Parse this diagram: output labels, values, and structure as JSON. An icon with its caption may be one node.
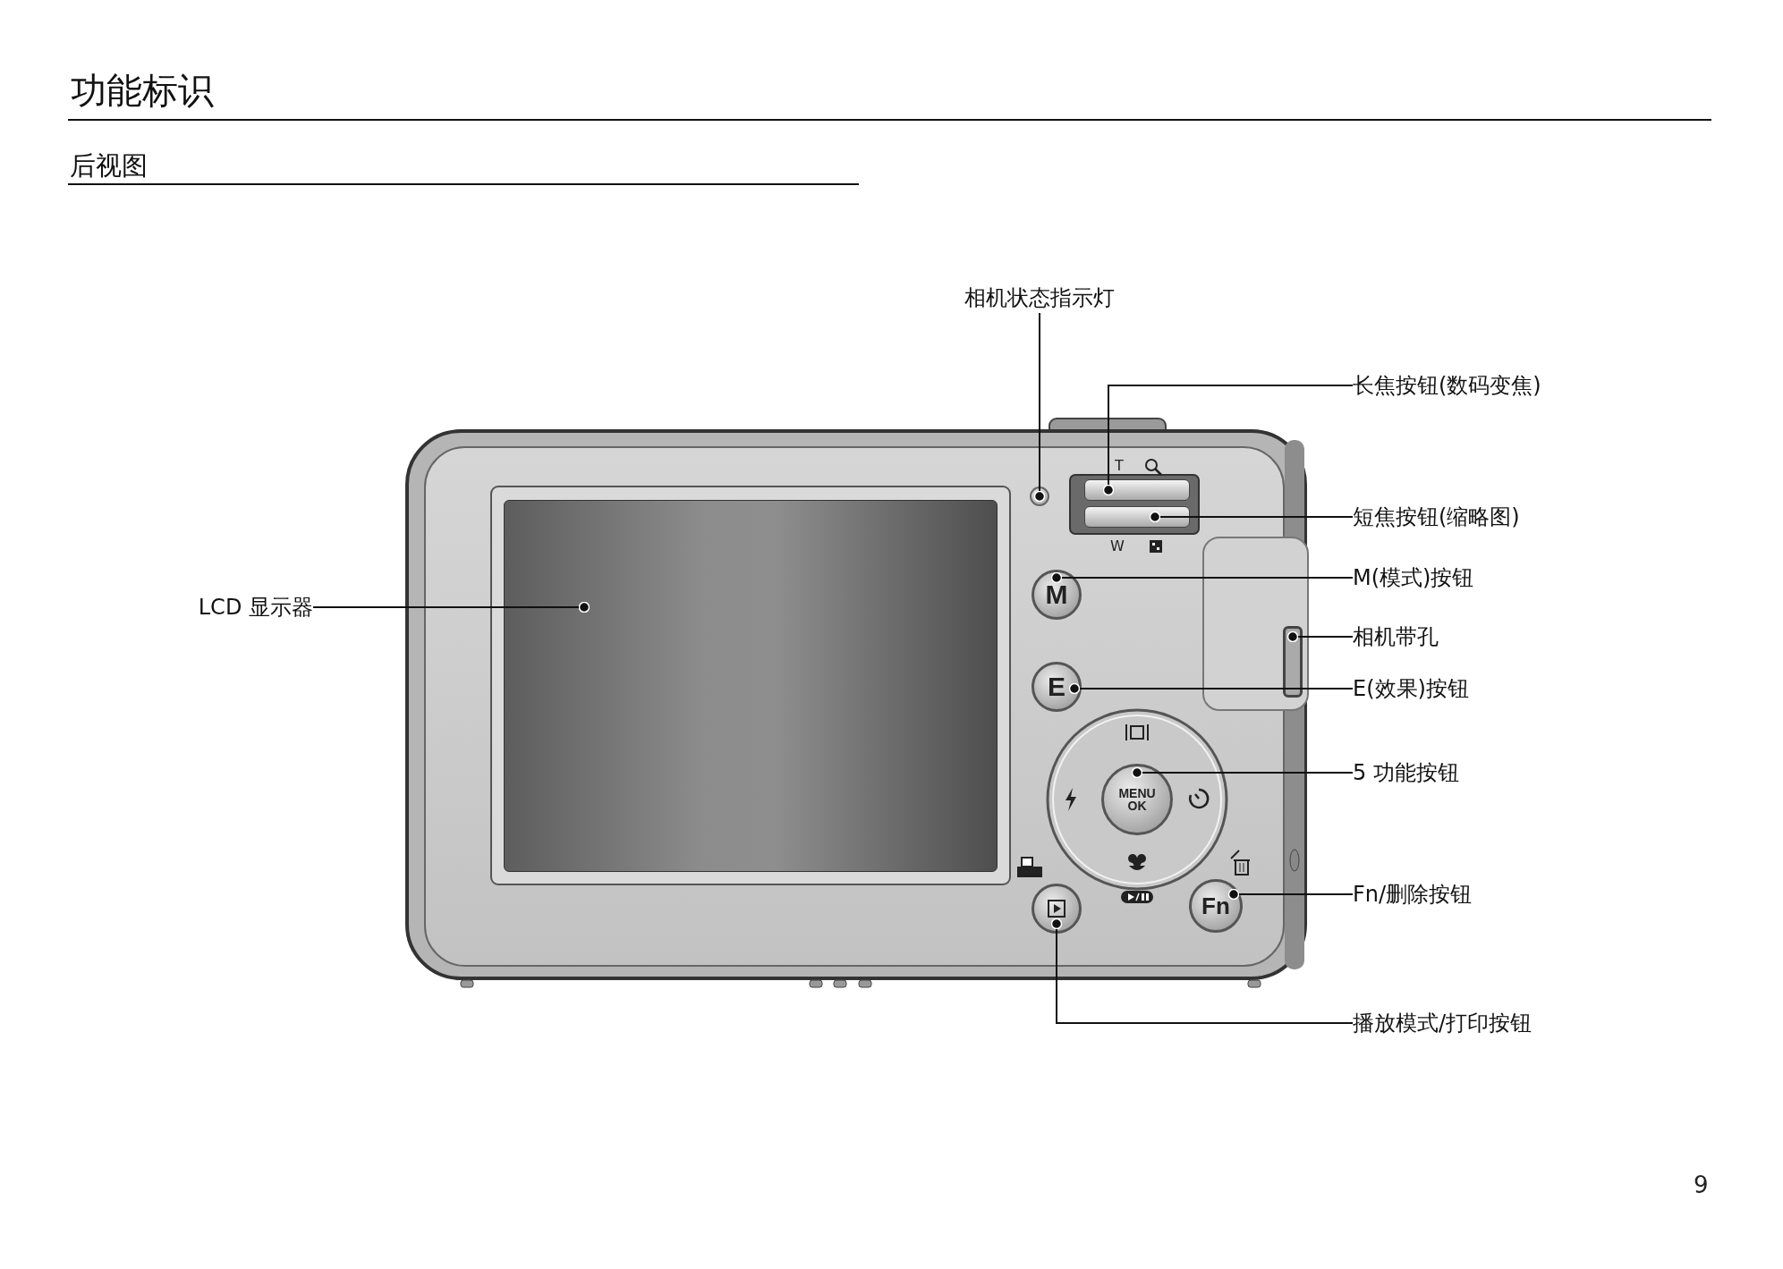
{
  "diagram": {
    "title": "功能标识",
    "nodes": [
      {
        "text": [
          "相机状态指示灯"
        ]
      },
      {
        "text": [
          "长焦按钮(数码变焦)"
        ]
      },
      {
        "text": [
          "短焦按钮(缩略图)"
        ]
      },
      {
        "text": [
          "M(模式)按钮"
        ]
      },
      {
        "text": [
          "相机带孔"
        ]
      },
      {
        "text": [
          "E(效果)按钮"
        ]
      },
      {
        "text": [
          "5 功能按钮"
        ]
      },
      {
        "text": [
          "Fn/删除按钮"
        ]
      },
      {
        "text": [
          "播放模式/打印按钮"
        ]
      },
      {
        "text": [
          "LCD 显示器"
        ]
      },
      {
        "text": [],
        "shape": "circle"
      },
      {
        "text": [],
        "shape": "box"
      },
      {
        "text": [],
        "shape": "box"
      },
      {
        "text": [
          "M"
        ]
      },
      {
        "text": [],
        "shape": "box"
      },
      {
        "text": [
          "E"
        ]
      },
      {
        "text": [
          "MENU OK"
        ]
      },
      {
        "text": [
          "Fn"
        ]
      },
      {
        "text": [],
        "shape": "circle"
      },
      {
        "text": [],
        "shape": "box"
      }
    ],
    "edges": [
      {
        "from": 0,
        "to": 10,
        "arrow": "other"
      },
      {
        "from": 1,
        "to": 11,
        "arrow": "other"
      },
      {
        "from": 2,
        "to": 12,
        "arrow": "other"
      },
      {
        "from": 3,
        "to": 13,
        "arrow": "other"
      },
      {
        "from": 4,
        "to": 14,
        "arrow": "other"
      },
      {
        "from": 5,
        "to": 15,
        "arrow": "other"
      },
      {
        "from": 6,
        "to": 16,
        "arrow": "other"
      },
      {
        "from": 7,
        "to": 17,
        "arrow": "other"
      },
      {
        "from": 8,
        "to": 18,
        "arrow": "other"
      },
      {
        "from": 9,
        "to": 19,
        "arrow": "other"
      }
    ],
    "labels": [
      "后视图",
      "T",
      "W",
      "9"
    ]
  }
}
